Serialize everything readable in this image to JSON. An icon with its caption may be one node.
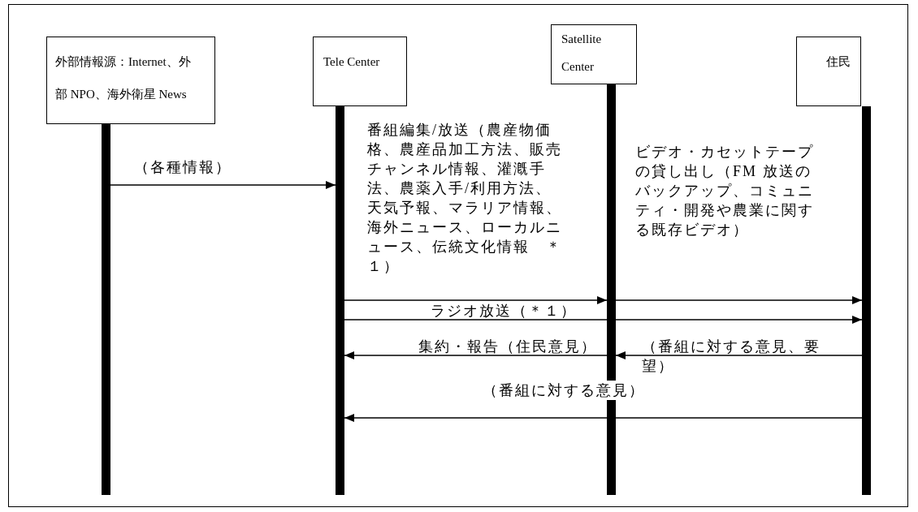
{
  "diagram": {
    "nodes": [
      {
        "text": [
          "外部情報源：Internet、外部 NPO、海外衛星 News"
        ]
      },
      {
        "text": [
          "Tele Center"
        ]
      },
      {
        "text": [
          "Satellite Center"
        ]
      },
      {
        "text": [
          "住民"
        ]
      },
      {
        "text": [],
        "shape": "bar"
      },
      {
        "text": [],
        "shape": "bar"
      },
      {
        "text": [],
        "shape": "bar"
      },
      {
        "text": [],
        "shape": "bar"
      }
    ],
    "edges": [
      {
        "from": 4,
        "to": 5,
        "arrow": "to",
        "label": "（各種情報）"
      },
      {
        "from": 5,
        "to": 6,
        "arrow": "to",
        "label": "番組編集/放送（農産物価格、農産品加工方法、販売チャンネル情報、灌漑手法、農薬入手/利用方法、天気予報、マラリア情報、海外ニュース、ローカルニュース、伝統文化情報　＊１）"
      },
      {
        "from": 6,
        "to": 7,
        "arrow": "to",
        "label": "ビデオ・カセットテープの貸し出し（FM 放送のバックアップ、コミュニティ・開発や農業に関する既存ビデオ）"
      },
      {
        "from": 5,
        "to": 7,
        "arrow": "to",
        "label": "ラジオ放送（＊１）"
      },
      {
        "from": 7,
        "to": 6,
        "arrow": "to",
        "label": "（番組に対する意見、要望）"
      },
      {
        "from": 6,
        "to": 5,
        "arrow": "to",
        "label": "集約・報告（住民意見）"
      },
      {
        "from": 7,
        "to": 5,
        "arrow": "to",
        "label": "（番組に対する意見）"
      }
    ]
  }
}
